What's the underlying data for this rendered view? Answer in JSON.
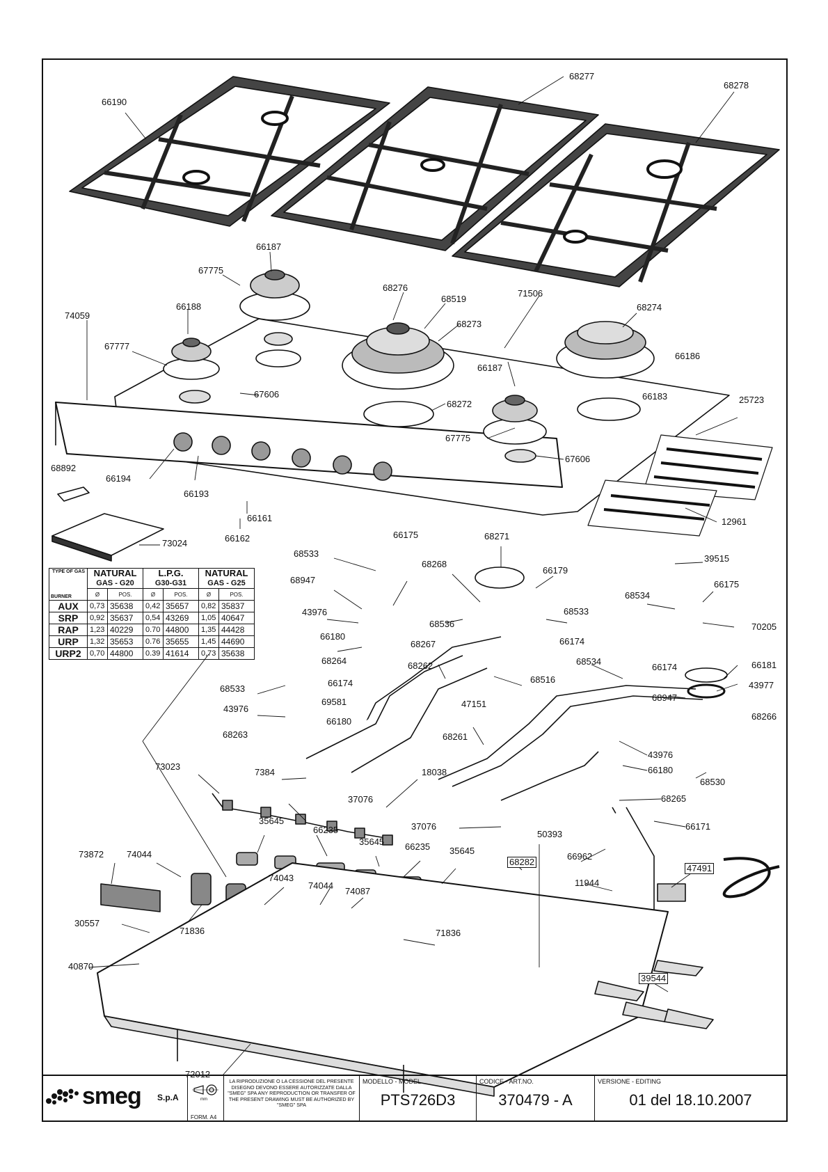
{
  "callouts": [
    {
      "id": "66190",
      "label": "66190"
    },
    {
      "id": "68277",
      "label": "68277"
    },
    {
      "id": "68278",
      "label": "68278"
    },
    {
      "id": "66187a",
      "label": "66187"
    },
    {
      "id": "67775a",
      "label": "67775"
    },
    {
      "id": "68276",
      "label": "68276"
    },
    {
      "id": "68519",
      "label": "68519"
    },
    {
      "id": "71506",
      "label": "71506"
    },
    {
      "id": "74059",
      "label": "74059"
    },
    {
      "id": "66188",
      "label": "66188"
    },
    {
      "id": "68273",
      "label": "68273"
    },
    {
      "id": "68274",
      "label": "68274"
    },
    {
      "id": "67777",
      "label": "67777"
    },
    {
      "id": "66186",
      "label": "66186"
    },
    {
      "id": "67606a",
      "label": "67606"
    },
    {
      "id": "66187b",
      "label": "66187"
    },
    {
      "id": "68272",
      "label": "68272"
    },
    {
      "id": "66183",
      "label": "66183"
    },
    {
      "id": "25723",
      "label": "25723"
    },
    {
      "id": "67775b",
      "label": "67775"
    },
    {
      "id": "67606b",
      "label": "67606"
    },
    {
      "id": "68892",
      "label": "68892"
    },
    {
      "id": "66194",
      "label": "66194"
    },
    {
      "id": "66193",
      "label": "66193"
    },
    {
      "id": "66161",
      "label": "66161"
    },
    {
      "id": "66162",
      "label": "66162"
    },
    {
      "id": "12961",
      "label": "12961"
    },
    {
      "id": "73024",
      "label": "73024"
    },
    {
      "id": "66175a",
      "label": "66175"
    },
    {
      "id": "68271",
      "label": "68271"
    },
    {
      "id": "68533a",
      "label": "68533"
    },
    {
      "id": "39515",
      "label": "39515"
    },
    {
      "id": "68268",
      "label": "68268"
    },
    {
      "id": "66179",
      "label": "66179"
    },
    {
      "id": "68947a",
      "label": "68947"
    },
    {
      "id": "68534a",
      "label": "68534"
    },
    {
      "id": "66175b",
      "label": "66175"
    },
    {
      "id": "43976a",
      "label": "43976"
    },
    {
      "id": "68536",
      "label": "68536"
    },
    {
      "id": "68533b",
      "label": "68533"
    },
    {
      "id": "66180a",
      "label": "66180"
    },
    {
      "id": "68267",
      "label": "68267"
    },
    {
      "id": "66174a",
      "label": "66174"
    },
    {
      "id": "70205",
      "label": "70205"
    },
    {
      "id": "68264",
      "label": "68264"
    },
    {
      "id": "68262",
      "label": "68262"
    },
    {
      "id": "68534b",
      "label": "68534"
    },
    {
      "id": "66181",
      "label": "66181"
    },
    {
      "id": "68533c",
      "label": "68533"
    },
    {
      "id": "66174b",
      "label": "66174"
    },
    {
      "id": "68516",
      "label": "68516"
    },
    {
      "id": "66174c",
      "label": "66174"
    },
    {
      "id": "43977",
      "label": "43977"
    },
    {
      "id": "69581",
      "label": "69581"
    },
    {
      "id": "68947b",
      "label": "68947"
    },
    {
      "id": "43976b",
      "label": "43976"
    },
    {
      "id": "47151",
      "label": "47151"
    },
    {
      "id": "68266",
      "label": "68266"
    },
    {
      "id": "66180b",
      "label": "66180"
    },
    {
      "id": "68263",
      "label": "68263"
    },
    {
      "id": "68261",
      "label": "68261"
    },
    {
      "id": "43976c",
      "label": "43976"
    },
    {
      "id": "73023",
      "label": "73023"
    },
    {
      "id": "66180c",
      "label": "66180"
    },
    {
      "id": "7384",
      "label": "7384"
    },
    {
      "id": "18038",
      "label": "18038"
    },
    {
      "id": "68530",
      "label": "68530"
    },
    {
      "id": "37076a",
      "label": "37076"
    },
    {
      "id": "68265",
      "label": "68265"
    },
    {
      "id": "35645a",
      "label": "35645"
    },
    {
      "id": "37076b",
      "label": "37076"
    },
    {
      "id": "66171",
      "label": "66171"
    },
    {
      "id": "66235a",
      "label": "66235"
    },
    {
      "id": "50393",
      "label": "50393"
    },
    {
      "id": "35645b",
      "label": "35645"
    },
    {
      "id": "66235b",
      "label": "66235"
    },
    {
      "id": "35645c",
      "label": "35645"
    },
    {
      "id": "73872",
      "label": "73872"
    },
    {
      "id": "74044a",
      "label": "74044"
    },
    {
      "id": "68282",
      "label": "68282",
      "boxed": true
    },
    {
      "id": "66962",
      "label": "66962"
    },
    {
      "id": "47491",
      "label": "47491",
      "boxed": true
    },
    {
      "id": "74043",
      "label": "74043"
    },
    {
      "id": "74044b",
      "label": "74044"
    },
    {
      "id": "74087",
      "label": "74087"
    },
    {
      "id": "11944",
      "label": "11944"
    },
    {
      "id": "30557",
      "label": "30557"
    },
    {
      "id": "71836a",
      "label": "71836"
    },
    {
      "id": "71836b",
      "label": "71836"
    },
    {
      "id": "40870",
      "label": "40870"
    },
    {
      "id": "39544",
      "label": "39544",
      "boxed": true
    },
    {
      "id": "72012",
      "label": "72012"
    }
  ],
  "gas_table": {
    "corner_top": "TYPE OF GAS",
    "corner_bottom": "BURNER",
    "groups": [
      {
        "name": "NATURAL",
        "sub": "GAS - G20"
      },
      {
        "name": "L.P.G.",
        "sub": "G30-G31"
      },
      {
        "name": "NATURAL",
        "sub": "GAS - G25"
      }
    ],
    "col_dia": "Ø",
    "col_pos": "POS.",
    "rows": [
      {
        "burner": "AUX",
        "d1": "0,73",
        "p1": "35638",
        "d2": "0,42",
        "p2": "35657",
        "d3": "0,82",
        "p3": "35837"
      },
      {
        "burner": "SRP",
        "d1": "0,92",
        "p1": "35637",
        "d2": "0,54",
        "p2": "43269",
        "d3": "1,05",
        "p3": "40647"
      },
      {
        "burner": "RAP",
        "d1": "1,23",
        "p1": "40229",
        "d2": "0.70",
        "p2": "44800",
        "d3": "1,35",
        "p3": "44428"
      },
      {
        "burner": "URP",
        "d1": "1,32",
        "p1": "35653",
        "d2": "0.76",
        "p2": "35655",
        "d3": "1,45",
        "p3": "44690"
      },
      {
        "burner": "URP2",
        "d1": "0,70",
        "p1": "44800",
        "d2": "0.39",
        "p2": "41614",
        "d3": "0,73",
        "p3": "35638"
      }
    ]
  },
  "title_block": {
    "brand": "smeg",
    "brand_sub": "S.p.A",
    "form": "FORM. A4",
    "notice": "LA RIPRODUZIONE O LA CESSIONE DEL PRESENTE DISEGNO DEVONO ESSERE AUTORIZZATE DALLA \"SMEG\" SPA ANY REPRODUCTION OR TRANSFER OF THE PRESENT DRAWING MUST BE AUTHORIZED BY \"SMEG\" SPA",
    "model_label": "MODELLO - MODEL",
    "model_value": "PTS726D3",
    "code_label": "CODICE - ART.NO.",
    "code_value": "370479 - A",
    "version_label": "VERSIONE - EDITING",
    "version_value": "01 del 18.10.2007"
  },
  "colors": {
    "ink": "#111111",
    "paper": "#ffffff",
    "shade": "#8a8a8a"
  }
}
